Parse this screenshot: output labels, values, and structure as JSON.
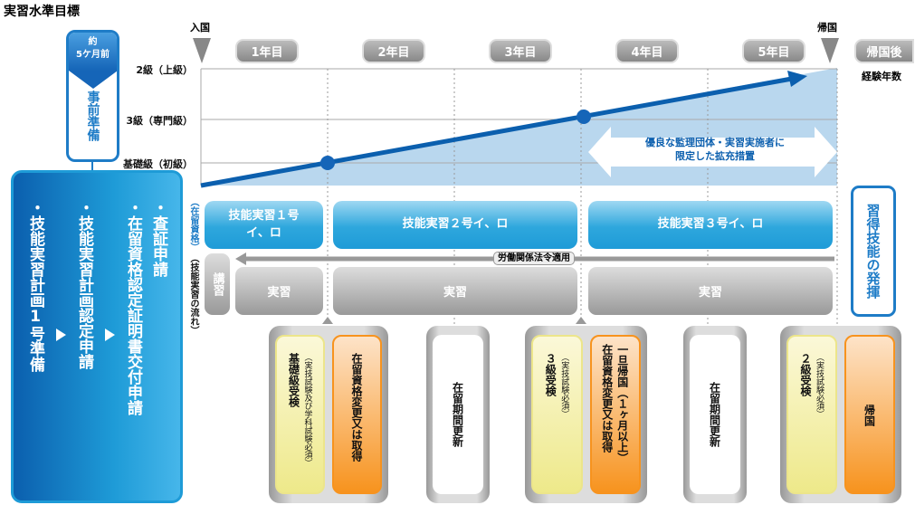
{
  "title": "実習水準目標",
  "timeline": {
    "entry": "入国",
    "return": "帰国",
    "years": [
      "1年目",
      "2年目",
      "3年目",
      "4年目",
      "5年目"
    ],
    "after_return": "帰国後",
    "experience_years": "経験年数"
  },
  "levels": [
    "2級（上級）",
    "3級（専門級）",
    "基礎級（初級）"
  ],
  "expansion_note": {
    "line1": "優良な監理団体・実習実施者に",
    "line2": "限定した拡充措置"
  },
  "prep": {
    "time_top": "約",
    "time_bottom": "5ケ月前",
    "label": "事前準備",
    "steps": [
      "・査証申請",
      "・在留資格認定証明書交付申請",
      "・技能実習計画認定申請",
      "・技能実習計画1号準備"
    ]
  },
  "side_labels": {
    "status": "（在留資格）",
    "flow": "（技能実習の流れ）"
  },
  "status_boxes": [
    {
      "line1": "技能実習１号",
      "line2": "イ、ロ"
    },
    {
      "line1": "技能実習２号イ、ロ"
    },
    {
      "line1": "技能実習３号イ、ロ"
    }
  ],
  "labor_law": "労働関係法令適用",
  "lecture": "講習",
  "practice": [
    "実習",
    "実習",
    "実習"
  ],
  "skill_use": "習得技能の発揮",
  "steps": {
    "g1": {
      "exam": "基礎級受検",
      "exam_note": "（実技試験及び学科試験必須）",
      "change": "在留資格変更又は取得"
    },
    "g2": {
      "renew": "在留期間更新"
    },
    "g3": {
      "exam": "３級受検",
      "exam_note": "（実技試験必須）",
      "change": "在留資格変更又は取得",
      "return": "一旦帰国（１ヶ月以上）"
    },
    "g4": {
      "renew": "在留期間更新"
    },
    "g5": {
      "exam": "２級受検",
      "exam_note": "（実技試験必須）",
      "return": "帰国"
    }
  },
  "colors": {
    "blue": "#1e9bd7",
    "dark_blue": "#0b5fae",
    "orange": "#f7931e",
    "yellow": "#eee98a",
    "gray": "#999999"
  }
}
